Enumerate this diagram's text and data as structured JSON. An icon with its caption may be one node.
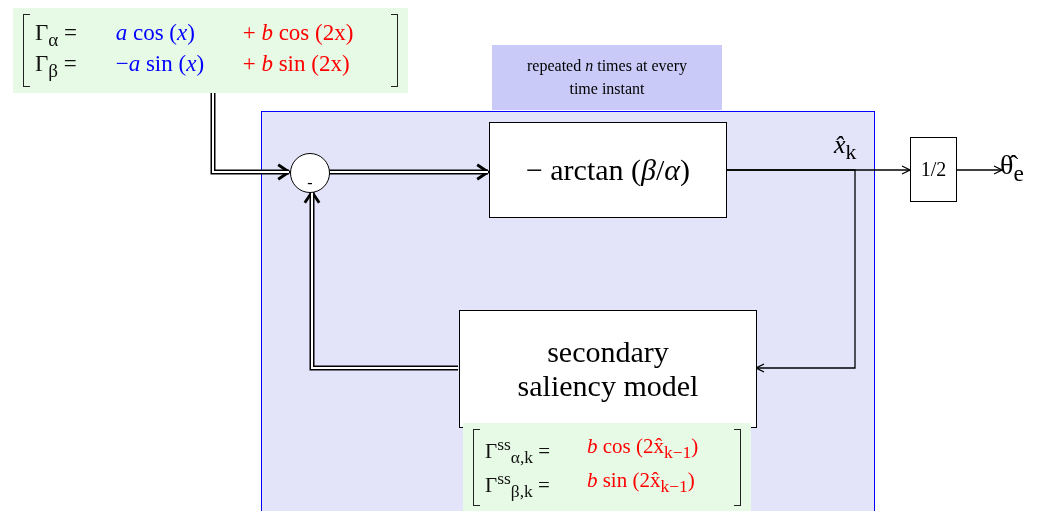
{
  "diagram": {
    "nodes": [
      {
        "text": [
          "Γ$_{α}$ =",
          "*a* cos (*x*)",
          "+ *b* cos (2x)",
          "Γ$_{β}$ =",
          "−*a* sin (*x*)",
          "+ *b* sin (2x)"
        ]
      },
      {
        "text": [],
        "shape": "box"
      },
      {
        "text": [
          "repeated *n* times at every time instant"
        ]
      },
      {
        "text": [
          "-"
        ],
        "in": 1
      },
      {
        "text": [
          "− arctan (*β*/*α*)"
        ],
        "in": 1
      },
      {
        "text": [
          "secondary saliency model"
        ],
        "in": 1
      },
      {
        "text": [
          "Γ$^{ss}$$_{α,k}$ =",
          "*b* cos (2x̂$_{k−1}$)",
          "Γ$^{ss}$$_{β,k}$ =",
          "*b* sin (2x̂$_{k−1}$)"
        ],
        "in": 1
      },
      {
        "text": [
          "1/2"
        ]
      },
      {
        "text": [
          "θ̂$_{e}$"
        ]
      }
    ],
    "edges": [
      {
        "from": 0,
        "to": 3,
        "arrow": "to",
        "style": "thick"
      },
      {
        "from": 3,
        "to": 4,
        "arrow": "to",
        "style": "thick"
      },
      {
        "from": 4,
        "to": 7,
        "arrow": "to",
        "label": "*x̂*$_{k}$"
      },
      {
        "from": 4,
        "to": 5,
        "arrow": "to"
      },
      {
        "from": 5,
        "to": 3,
        "arrow": "to",
        "style": "thick"
      },
      {
        "from": 7,
        "to": 8,
        "arrow": "to"
      }
    ]
  }
}
